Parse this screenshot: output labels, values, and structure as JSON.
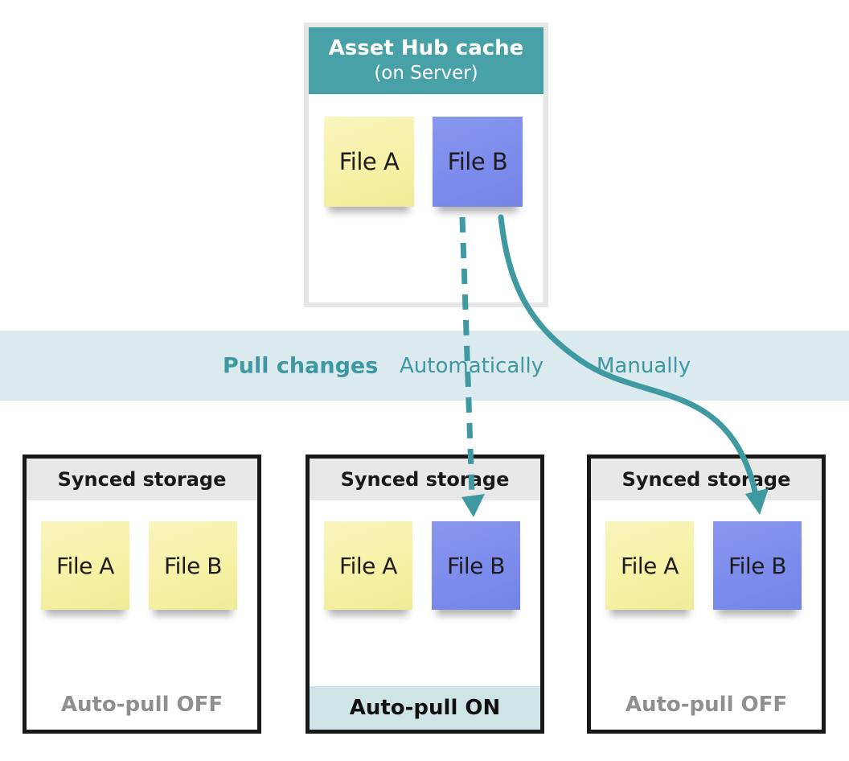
{
  "cache_box": {
    "title": "Asset Hub cache",
    "subtitle": "(on Server)",
    "notes": [
      {
        "label": "File A",
        "color": "yellow"
      },
      {
        "label": "File B",
        "color": "blue"
      }
    ]
  },
  "pull_band": {
    "title": "Pull changes",
    "labels": [
      {
        "text": "Automatically",
        "arrow_style": "dashed"
      },
      {
        "text": "Manually",
        "arrow_style": "solid"
      }
    ]
  },
  "storage_boxes": [
    {
      "title": "Synced storage",
      "notes": [
        {
          "label": "File A",
          "color": "yellow"
        },
        {
          "label": "File B",
          "color": "yellow"
        }
      ],
      "footer": {
        "text": "Auto-pull OFF",
        "state": "off"
      }
    },
    {
      "title": "Synced storage",
      "notes": [
        {
          "label": "File A",
          "color": "yellow"
        },
        {
          "label": "File B",
          "color": "blue"
        }
      ],
      "footer": {
        "text": "Auto-pull ON",
        "state": "on"
      }
    },
    {
      "title": "Synced storage",
      "notes": [
        {
          "label": "File A",
          "color": "yellow"
        },
        {
          "label": "File B",
          "color": "blue"
        }
      ],
      "footer": {
        "text": "Auto-pull OFF",
        "state": "off"
      }
    }
  ],
  "colors": {
    "cache_header_teal": "#47a1a7",
    "cache_border_gray": "#e6e6e6",
    "band_background": "#daeaee",
    "band_text_teal": "#3e98a2",
    "arrow_teal": "#3e99a1",
    "note_yellow": "#f6f1a6",
    "note_blue": "#7d8cec",
    "storage_border_black": "#191919",
    "storage_header_gray": "#e8e8e8",
    "auto_pull_on_band": "#cfe4e7",
    "auto_pull_off_text": "#8f8f8f"
  }
}
